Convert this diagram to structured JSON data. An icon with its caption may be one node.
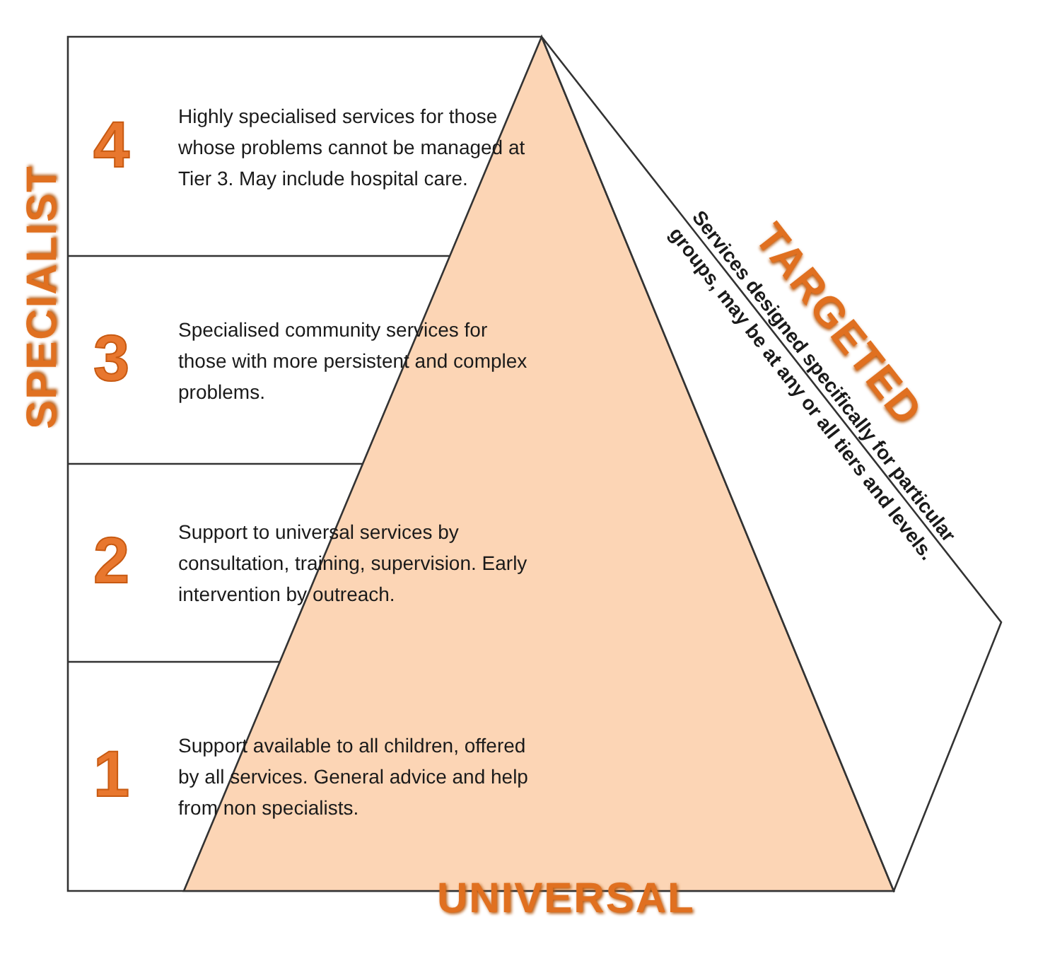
{
  "diagram": {
    "nodes": [
      {
        "text": [
          "4",
          "Highly specialised services for those whose problems cannot be managed at Tier 3. May include hospital care."
        ]
      },
      {
        "text": [
          "3",
          "Specialised community services for those with more persistent and complex problems."
        ]
      },
      {
        "text": [
          "2",
          "Support to universal services by consultation, training, supervision. Early intervention  by outreach."
        ]
      },
      {
        "text": [
          "1",
          "Support available to all children, offered by all services. General advice and help from non specialists."
        ]
      },
      {
        "text": [
          "Services designed specifically for particular groups, may be at any or all tiers and levels."
        ]
      },
      {
        "text": [],
        "shape": "triangle"
      }
    ],
    "labels": [
      "SPECIALIST",
      "TARGETED",
      "UNIVERSAL"
    ]
  }
}
